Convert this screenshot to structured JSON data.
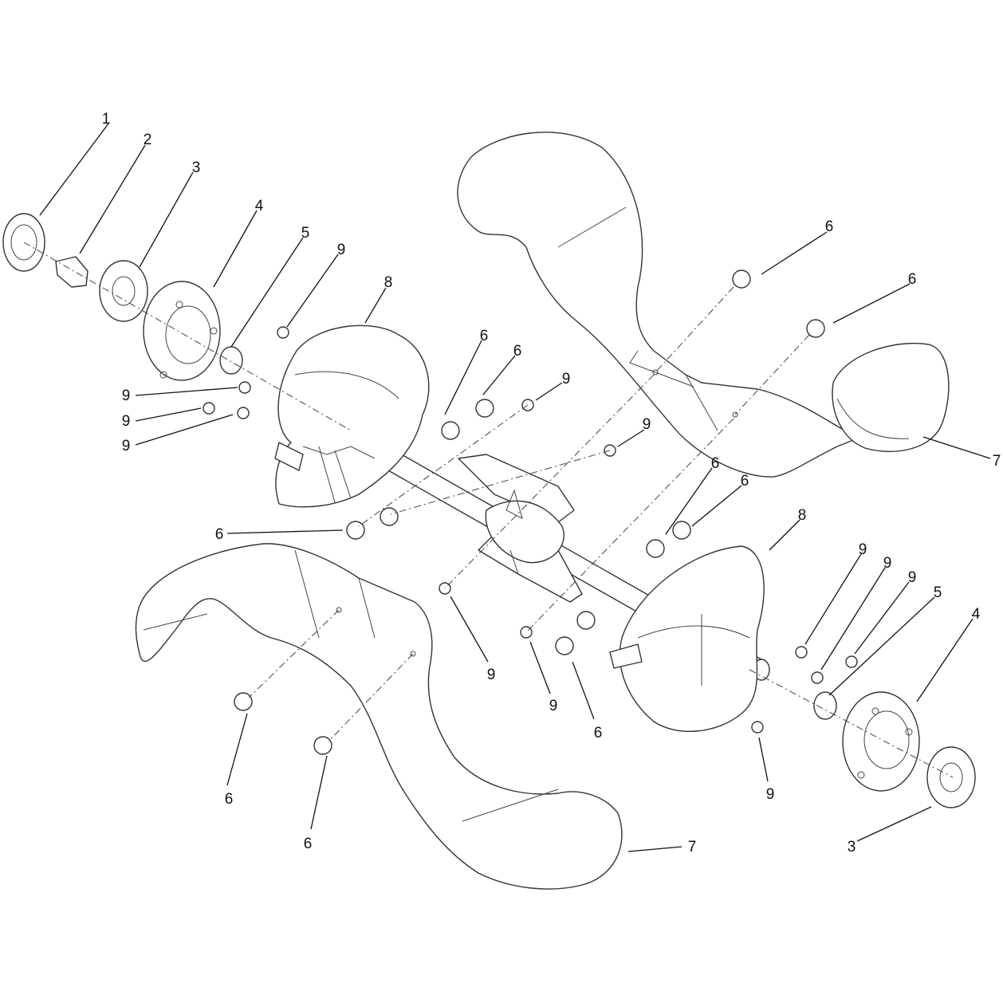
{
  "diagram": {
    "callouts": {
      "c1": "1",
      "c2": "2",
      "c3a": "3",
      "c4a": "4",
      "c5a": "5",
      "c9a": "9",
      "c8a": "8",
      "c9b": "9",
      "c9c": "9",
      "c9d": "9",
      "c6a": "6",
      "c6b": "6",
      "c9e": "9",
      "c6c": "6",
      "c6d": "6",
      "c7a": "7",
      "c9f": "9",
      "c6e": "6",
      "c6f": "6",
      "c6g": "6",
      "c8b": "8",
      "c9g": "9",
      "c9h": "9",
      "c9i": "9",
      "c5b": "5",
      "c4b": "4",
      "c9j": "9",
      "c9k": "9",
      "c6h": "6",
      "c9l": "9",
      "c6i": "6",
      "c6j": "6",
      "c3b": "3",
      "c7b": "7"
    },
    "colors": {
      "line": "#333333",
      "background": "#ffffff",
      "text": "#111111"
    }
  }
}
